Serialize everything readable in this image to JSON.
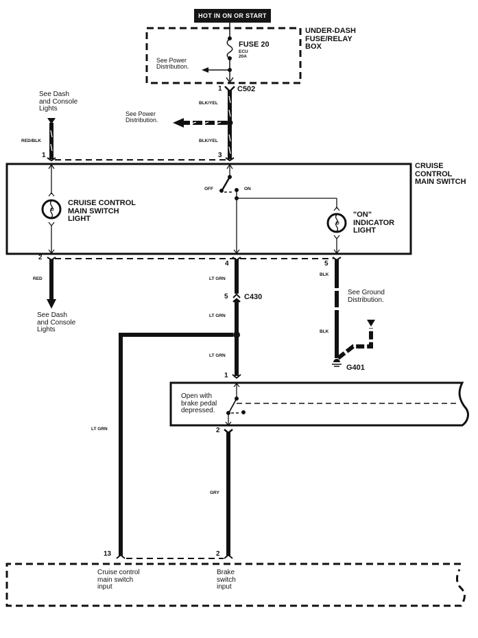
{
  "title": "Cruise Control Main Switch Circuit",
  "power_source": {
    "label": "HOT IN ON OR START"
  },
  "fuse_box": {
    "name": "UNDER-DASH\nFUSE/RELAY\nBOX",
    "fuse": {
      "label": "FUSE 20",
      "circuit": "ECU",
      "rating": "20A"
    },
    "ref": "See Power\nDistribution."
  },
  "connectors": {
    "c502": {
      "id": "C502",
      "pin": "1"
    },
    "c430": {
      "id": "C430",
      "pin": "5"
    },
    "g401": {
      "id": "G401"
    }
  },
  "wires": {
    "blk_yel_upper": "BLK/YEL",
    "blk_yel_lower": "BLK/YEL",
    "red_blk": "RED/BLK",
    "red": "RED",
    "lt_grn_1": "LT GRN",
    "lt_grn_2": "LT GRN",
    "lt_grn_3": "LT GRN",
    "lt_grn_4": "LT GRN",
    "blk_1": "BLK",
    "blk_2": "BLK",
    "gry": "GRY"
  },
  "refs": {
    "dash_lights_top": "See Dash\nand Console\nLights",
    "power_dist_mid": "See Power\nDistribution.",
    "dash_lights_bottom": "See Dash\nand Console\nLights",
    "ground_dist": "See Ground\nDistribution."
  },
  "main_switch": {
    "name": "CRUISE\nCONTROL\nMAIN SWITCH",
    "pins": {
      "p1": "1",
      "p3": "3",
      "p2": "2",
      "p4": "4",
      "p5": "5"
    },
    "switch_off": "OFF",
    "switch_on": "ON",
    "light": "CRUISE CONTROL\nMAIN SWITCH\nLIGHT",
    "indicator": "\"ON\"\nINDICATOR\nLIGHT"
  },
  "brake_switch": {
    "pins": {
      "p1": "1",
      "p2": "2"
    },
    "note": "Open with\nbrake pedal\ndepressed."
  },
  "ecu": {
    "pins": {
      "p13": "13",
      "p2": "2"
    },
    "input_main": "Cruise control\nmain switch\ninput",
    "input_brake": "Brake\nswitch\ninput"
  },
  "colors": {
    "ink": "#111111",
    "background": "#ffffff"
  }
}
